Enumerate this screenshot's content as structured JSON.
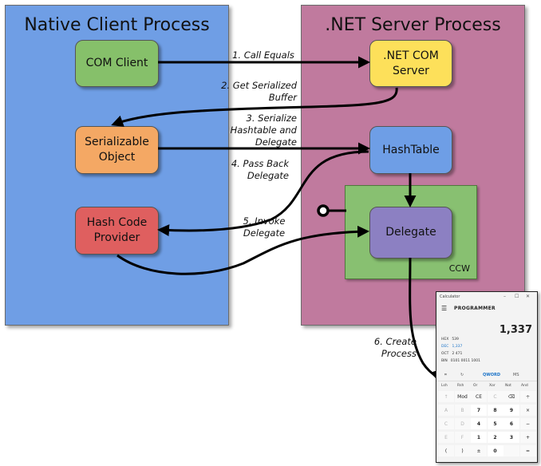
{
  "processes": {
    "client": {
      "title": "Native Client Process",
      "color": "#6f9ee5"
    },
    "server": {
      "title": ".NET Server Process",
      "color": "#c07a9e"
    }
  },
  "nodes": {
    "com_client": {
      "label": "COM Client",
      "color": "#86c06a"
    },
    "com_server": {
      "label": ".NET COM\nServer",
      "color": "#fde05a"
    },
    "serializable": {
      "label": "Serializable\nObject",
      "color": "#f4a864"
    },
    "hashtable": {
      "label": "HashTable",
      "color": "#6e9ee6"
    },
    "hash_provider": {
      "label": "Hash Code\nProvider",
      "color": "#df5f5f"
    },
    "delegate": {
      "label": "Delegate",
      "color": "#8c80c2"
    },
    "ccw": {
      "label": "CCW",
      "color": "#88c071"
    }
  },
  "steps": [
    {
      "label": "1. Call Equals"
    },
    {
      "label": "2. Get Serialized\nBuffer"
    },
    {
      "label": "3. Serialize\nHashtable and\nDelegate"
    },
    {
      "label": "4. Pass Back\nDelegate"
    },
    {
      "label": "5. Invoke\nDelegate"
    },
    {
      "label": "6. Create\nProcess"
    }
  ],
  "calculator": {
    "title": "Calculator",
    "min_icon": "–",
    "max_icon": "☐",
    "close_icon": "✕",
    "menu_icon": "☰",
    "mode": "PROGRAMMER",
    "display": "1,337",
    "registers": [
      {
        "name": "HEX",
        "value": "539"
      },
      {
        "name": "DEC",
        "value": "1,337",
        "selected": true
      },
      {
        "name": "OCT",
        "value": "2 471"
      },
      {
        "name": "BIN",
        "value": "0101 0011 1001"
      }
    ],
    "tabs": [
      "⌗",
      "↻",
      "QWORD",
      "MS"
    ],
    "bitops": [
      "Lsh",
      "Rsh",
      "Or",
      "Xor",
      "Not",
      "And"
    ],
    "keys": [
      [
        "↑",
        "Mod",
        "CE",
        "C",
        "⌫",
        "÷"
      ],
      [
        "A",
        "B",
        "7",
        "8",
        "9",
        "×"
      ],
      [
        "C",
        "D",
        "4",
        "5",
        "6",
        "−"
      ],
      [
        "E",
        "F",
        "1",
        "2",
        "3",
        "+"
      ],
      [
        "(",
        ")",
        "±",
        "0",
        "",
        "="
      ]
    ]
  }
}
